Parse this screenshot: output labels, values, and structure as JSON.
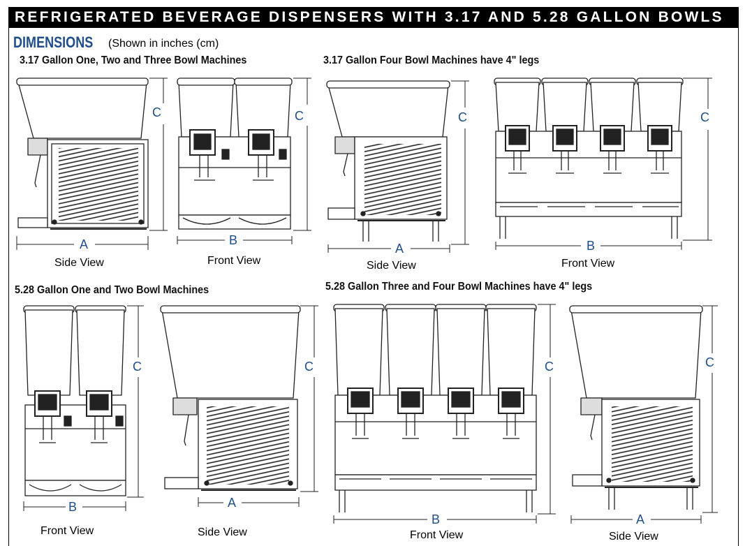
{
  "header": {
    "title": "REFRIGERATED BEVERAGE DISPENSERS WITH 3.17 AND 5.28 GALLON BOWLS"
  },
  "dimensions": {
    "heading": "DIMENSIONS",
    "note": "(Shown in inches (cm)"
  },
  "sections": [
    {
      "title": "3.17 Gallon One, Two and Three Bowl Machines"
    },
    {
      "title": "3.17 Gallon Four Bowl Machines have 4\" legs"
    },
    {
      "title": "5.28 Gallon One and Two Bowl Machines"
    },
    {
      "title": "5.28 Gallon Three and Four Bowl Machines have 4\" legs"
    }
  ],
  "views": {
    "side": "Side View",
    "front": "Front View"
  },
  "dimension_labels": {
    "a": "A",
    "b": "B",
    "c": "C"
  },
  "colors": {
    "accent_blue": "#1f4e8c",
    "banner": "#000000"
  }
}
